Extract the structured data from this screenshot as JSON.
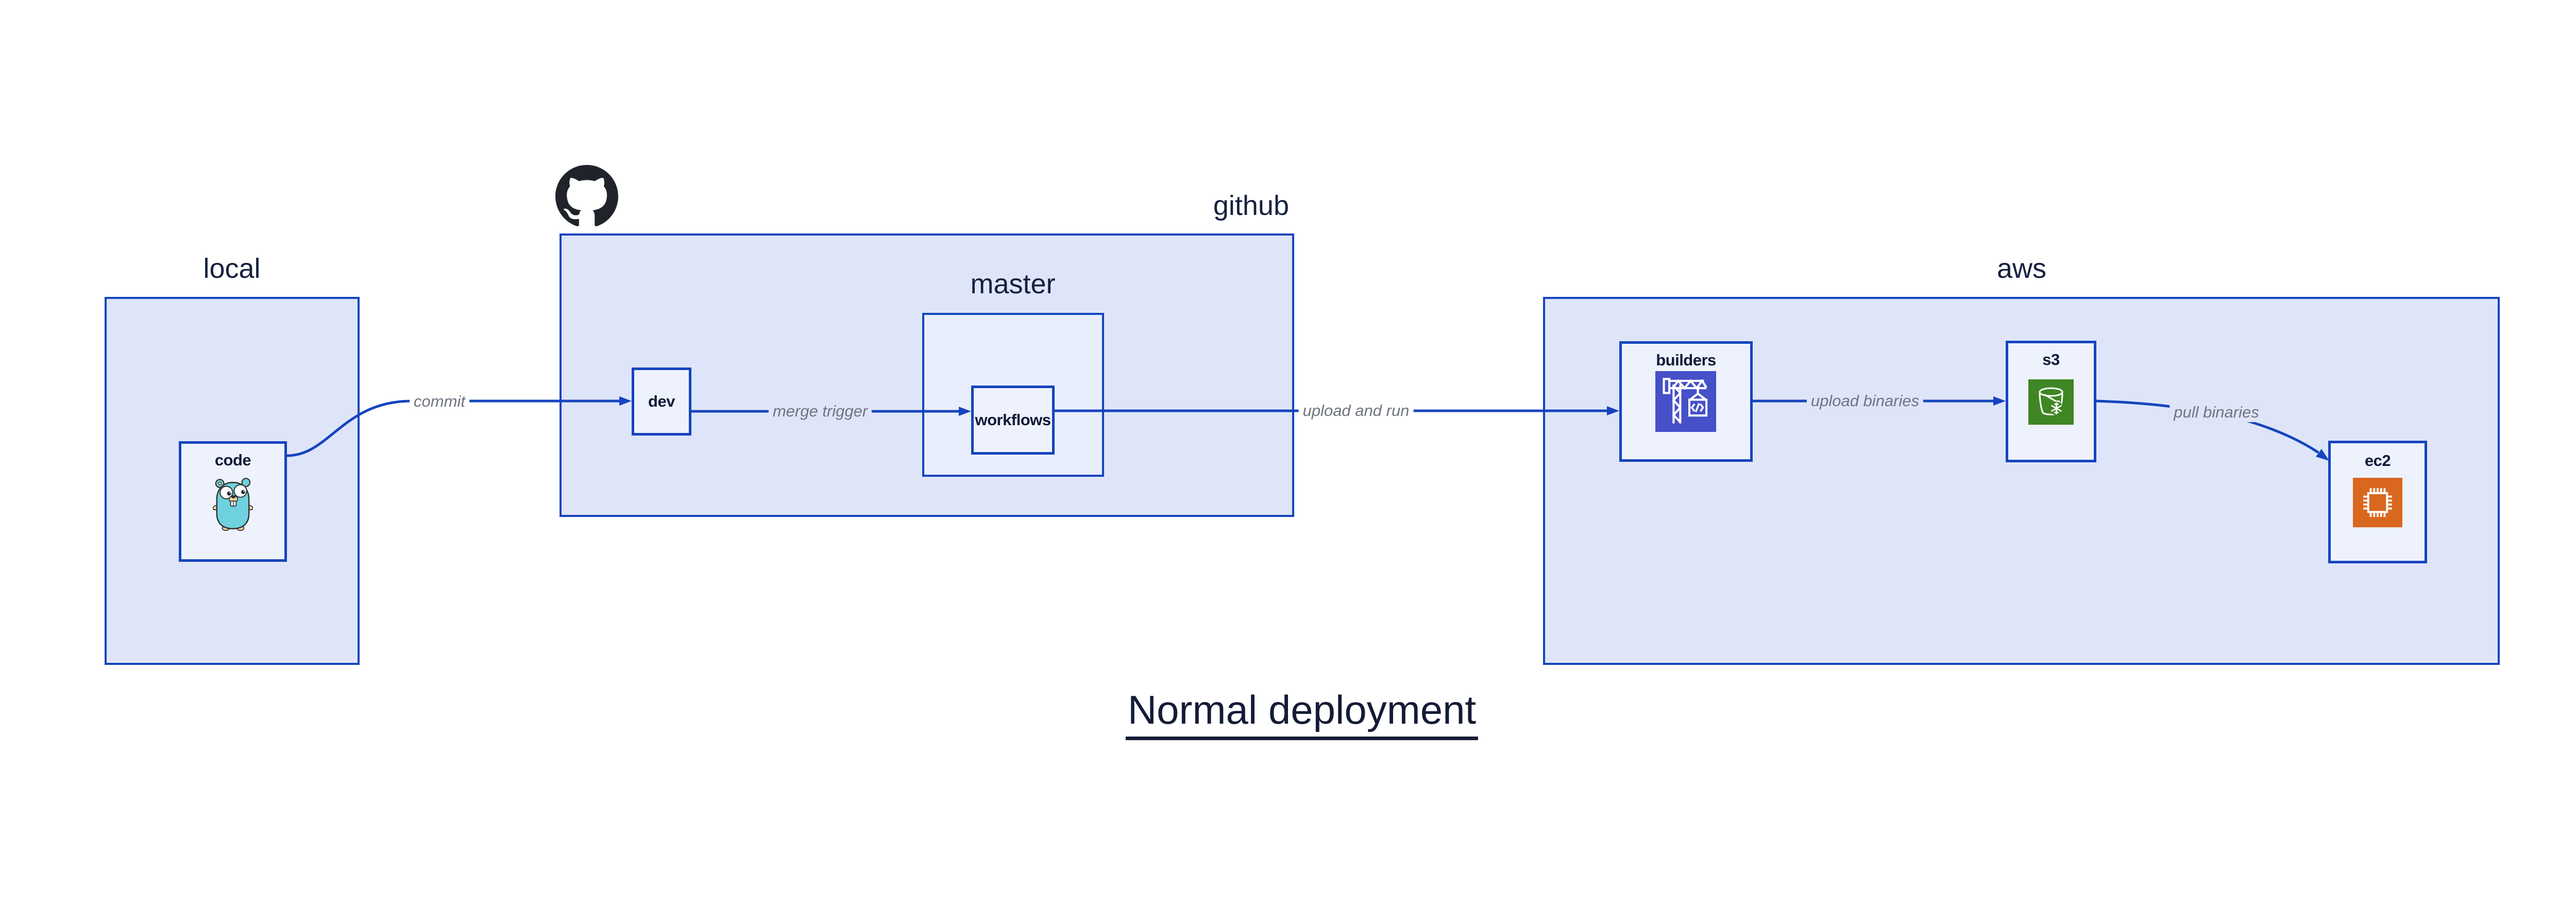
{
  "title": {
    "text": "Normal deployment"
  },
  "groups": {
    "local": {
      "label": "local"
    },
    "github": {
      "label": "github"
    },
    "master": {
      "label": "master"
    },
    "aws": {
      "label": "aws"
    }
  },
  "nodes": {
    "code": {
      "label": "code"
    },
    "dev": {
      "label": "dev"
    },
    "workflows": {
      "label": "workflows"
    },
    "builders": {
      "label": "builders"
    },
    "s3": {
      "label": "s3"
    },
    "ec2": {
      "label": "ec2"
    }
  },
  "edges": {
    "commit": {
      "label": "commit",
      "from": "code",
      "to": "dev"
    },
    "merge_trigger": {
      "label": "merge trigger",
      "from": "dev",
      "to": "workflows"
    },
    "upload_and_run": {
      "label": "upload and run",
      "from": "workflows",
      "to": "builders"
    },
    "upload_binaries": {
      "label": "upload binaries",
      "from": "builders",
      "to": "s3"
    },
    "pull_binaries": {
      "label": "pull binaries",
      "from": "s3",
      "to": "ec2"
    }
  },
  "icons": {
    "github_logo": "github-octocat",
    "code": "go-gopher",
    "builders": "codebuild-crane",
    "s3": "s3-bucket",
    "ec2": "ec2-chip"
  },
  "colors": {
    "edge_blue": "#1544BE",
    "container_fill": "#dfe5f9",
    "node_fill": "#eef2fd",
    "heading_text": "#16213F",
    "node_text": "#101A38",
    "edge_label_text": "#6F7480",
    "builders_icon_bg": "#4650C8",
    "s3_icon_bg": "#3F8624",
    "ec2_icon_bg": "#D9671E",
    "gopher_body": "#6FD1DE",
    "octocat": "#20242A"
  }
}
